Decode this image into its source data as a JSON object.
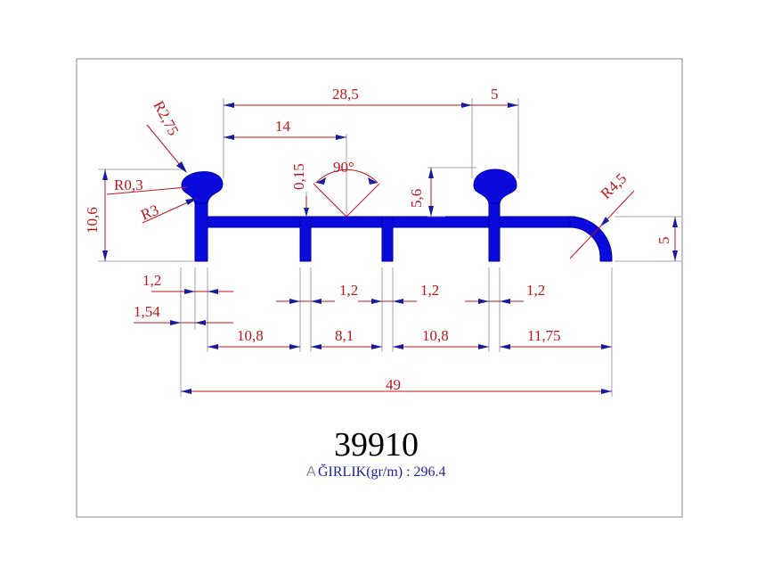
{
  "drawing": {
    "part_code": "39910",
    "weight_prefix_glyph": "A",
    "weight_label": "ĞIRLIK(gr/m) : 296.4",
    "colors": {
      "profile": "#0a0adc",
      "dimension_text": "#c0141c",
      "frame": "#8a8a8a"
    },
    "dimensions": {
      "top_width_28_5": "28,5",
      "bulb_width_5": "5",
      "offset_14": "14",
      "radius_2_75": "R2,75",
      "radius_0_3": "R0,3",
      "radius_3": "R3",
      "height_10_6": "10,6",
      "thickness_0_15": "0,15",
      "angle_90": "90°",
      "height_5_6": "5,6",
      "radius_4_5": "R4,5",
      "height_5": "5",
      "wall_1_2_left": "1,2",
      "wall_1_54": "1,54",
      "wall_1_2_a": "1,2",
      "wall_1_2_b": "1,2",
      "wall_1_2_c": "1,2",
      "gap_10_8_a": "10,8",
      "gap_8_1": "8,1",
      "gap_10_8_b": "10,8",
      "gap_11_75": "11,75",
      "overall_49": "49"
    }
  }
}
